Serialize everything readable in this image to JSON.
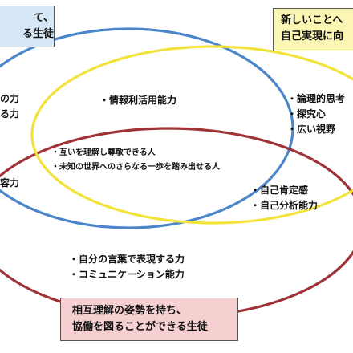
{
  "boxes": {
    "blue": {
      "lines": [
        "て、",
        "る生徒"
      ],
      "color": "#d6e7f7"
    },
    "yellow": {
      "lines": [
        "新しいことへ",
        "自己実現に向"
      ],
      "color": "#fbf6b4"
    },
    "red": {
      "lines": [
        "相互理解の姿勢を持ち、",
        "協働を図ることができる生徒"
      ],
      "color": "#f6d0d0"
    }
  },
  "labels": {
    "left_top": [
      "の力",
      "る力"
    ],
    "left_mid": [
      "容力"
    ],
    "top_center": [
      "・情報利活用能力"
    ],
    "right_top": [
      "・論理的思考",
      "・探究心",
      "・広い視野"
    ],
    "center_overlap": [
      "・互いを理解し尊敬できる人",
      "・未知の世界へのさらなる一歩を踏み出せる人"
    ],
    "right_mid": [
      "・自己肯定感",
      "・自己分析能力"
    ],
    "bottom_center": [
      "・自分の言葉で表現する力",
      "・コミュニケーション能力"
    ]
  },
  "colors": {
    "blue_ellipse": "#4a86c8",
    "yellow_ellipse": "#f2e23a",
    "red_ellipse": "#9e3236"
  }
}
